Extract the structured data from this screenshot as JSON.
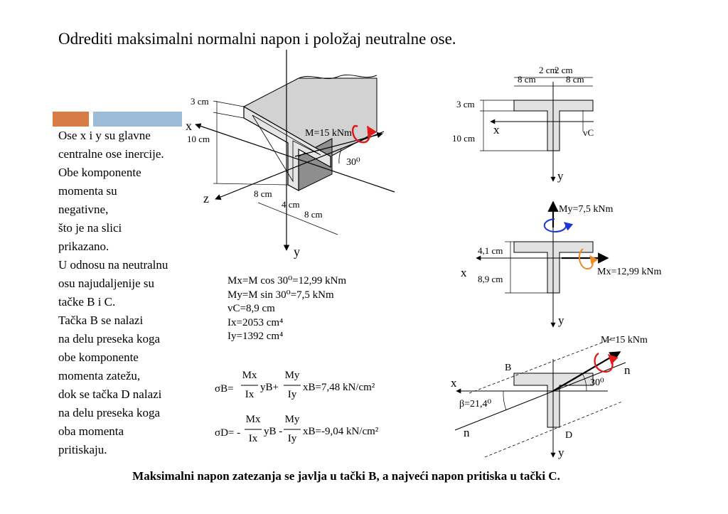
{
  "title": "Odrediti maksimalni normalni napon i položaj neutralne ose.",
  "colors": {
    "orange": "#d97b45",
    "blue": "#9cbcd9",
    "red": "#e11a1a",
    "arrow_blue": "#1d35d6",
    "arrow_orange": "#ee8a22",
    "section_fill": "#e2e2e2"
  },
  "side_text": [
    "Ose x i y su glavne",
    "centralne ose inercije.",
    "Obe komponente",
    "momenta su",
    "negativne,",
    "što je na slici",
    "prikazano.",
    "U odnosu na neutralnu",
    "osu najudaljenije su",
    "tačke B i C.",
    "Tačka B se nalazi",
    "na delu preseka koga",
    "obe komponente",
    "momenta zatežu,",
    "dok se tačka D nalazi",
    "na delu preseka koga",
    "oba momenta",
    "pritiskaju."
  ],
  "iso": {
    "dim_3": "3 cm",
    "dim_10": "10 cm",
    "axis_x": "x",
    "axis_z": "z",
    "axis_y": "y",
    "moment": "M=15 kNm",
    "angle": "30⁰",
    "dim_8a": "8 cm",
    "dim_4": "4 cm",
    "dim_8b": "8 cm"
  },
  "formulas": {
    "mx": "Mx=M cos 30⁰=12,99 kNm",
    "my": "My=M sin 30⁰=7,5 kNm",
    "vc": "vC=8,9 cm",
    "ix": "Ix=2053 cm⁴",
    "iy": "Iy=1392 cm⁴",
    "sigma_b_lhs": "σB=",
    "sigma_b_mx": "Mx",
    "sigma_b_ix": "Ix",
    "sigma_b_yb": "yB+",
    "sigma_b_my": "My",
    "sigma_b_iy": "Iy",
    "sigma_b_rhs": "xB=7,48 kN/cm²",
    "sigma_d_lhs": "σD= -",
    "sigma_d_mx": "Mx",
    "sigma_d_ix": "Ix",
    "sigma_d_yb": "yB -",
    "sigma_d_my": "My",
    "sigma_d_iy": "Iy",
    "sigma_d_rhs": "xB=-9,04 kN/cm²"
  },
  "section1": {
    "dim_2a": "2 cm",
    "dim_2b": "2 cm",
    "dim_8a": "8 cm",
    "dim_8b": "8 cm",
    "dim_3": "3 cm",
    "dim_10": "10 cm",
    "axis_x": "x",
    "vc": "vC",
    "axis_y": "y"
  },
  "section2": {
    "my": "My=7,5 kNm",
    "dim_41": "4,1 cm",
    "dim_89": "8,9 cm",
    "axis_x": "x",
    "mx": "Mx=12,99 kNm",
    "axis_y": "y"
  },
  "section3": {
    "moment": "M=15 kNm",
    "n_top": "n",
    "point_b": "B",
    "axis_x": "x",
    "angle": "30⁰",
    "beta": "β=21,4⁰",
    "n_bottom": "n",
    "point_d": "D",
    "axis_y": "y"
  },
  "conclusion": "Maksimalni napon zatezanja se javlja u tački B, a najveći napon pritiska u tački C."
}
